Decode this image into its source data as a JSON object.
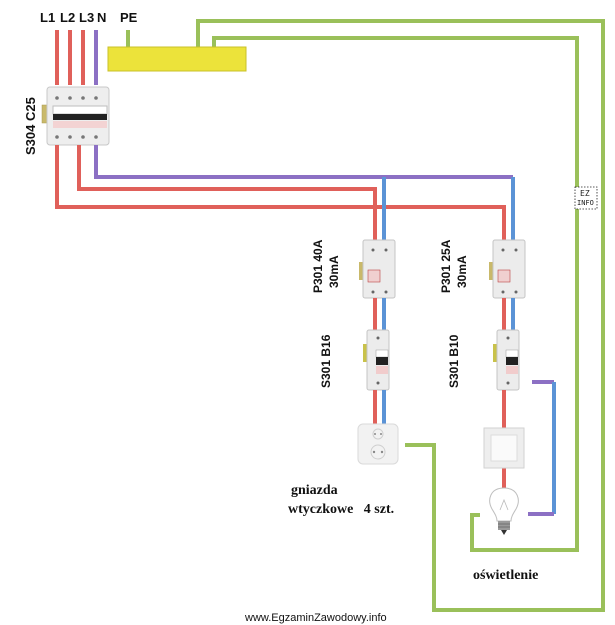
{
  "colors": {
    "phase": "#e0605a",
    "neutral": "#8c70c4",
    "neutral_branch": "#5b93d6",
    "pe": "#9ac05a",
    "pe_bar_fill": "#ece33a",
    "pe_bar_stroke": "#c9c02a"
  },
  "supply": {
    "labels": [
      "L1",
      "L2",
      "L3",
      "N"
    ],
    "pe_label": "PE"
  },
  "main_breaker": {
    "label": "S304 C25"
  },
  "circuits": [
    {
      "rcd_label_line1": "P301 40A",
      "rcd_label_line2": "30mA",
      "mcb_label": "S301 B16",
      "load": "socket",
      "load_label_line1": "gniazda",
      "load_label_line2": "wtyczkowe   4 szt."
    },
    {
      "rcd_label_line1": "P301 25A",
      "rcd_label_line2": "30mA",
      "mcb_label": "S301 B10",
      "load": "switch-and-lamp",
      "load_label": "oświetlenie"
    }
  ],
  "badge": {
    "line1": "EZ",
    "line2": "INFO"
  },
  "watermark": "www.EgzaminZawodowy.info"
}
